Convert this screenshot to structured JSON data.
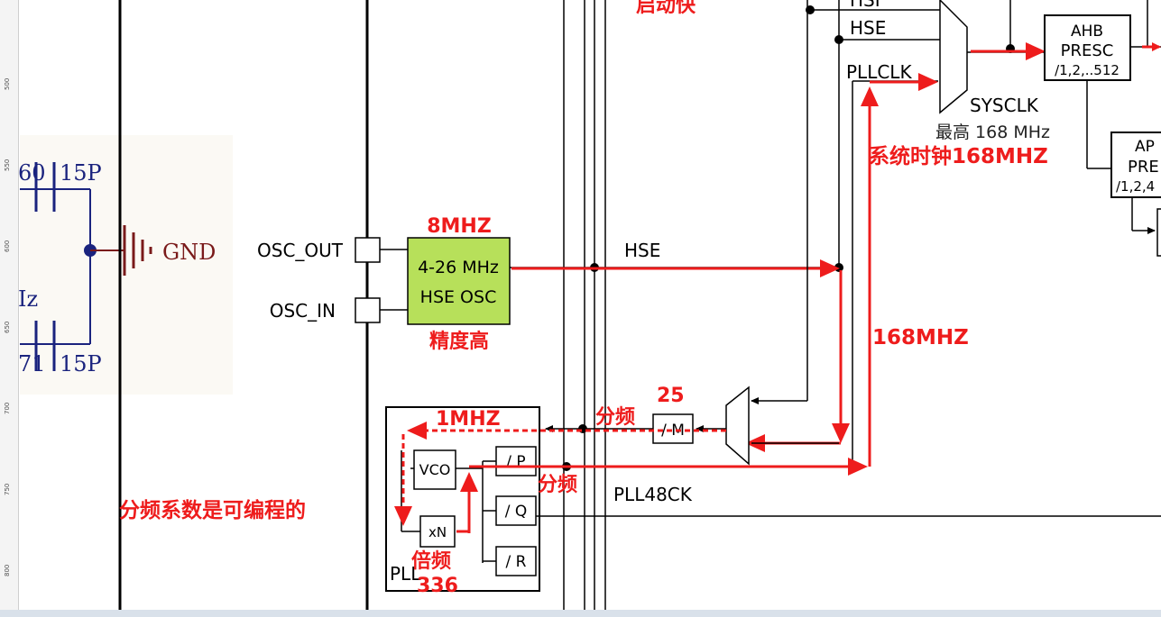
{
  "ruler": {
    "numbers": [
      "500",
      "550",
      "600",
      "650",
      "700",
      "750",
      "800"
    ]
  },
  "colors": {
    "accent_red": "#ee1c1c",
    "hse_box": "#b7e05a",
    "line": "#000000",
    "schematic": "#2a3a8a",
    "gnd": "#7a1a1a"
  },
  "schematic": {
    "cap_top_label": "15P",
    "cap_top_ref": "60",
    "cap_bottom_label": "15P",
    "cap_bottom_ref": "71",
    "freq_fragment": "Iz",
    "gnd_label": "GND"
  },
  "pins": {
    "osc_out": "OSC_OUT",
    "osc_in": "OSC_IN"
  },
  "hse_osc": {
    "freq": "4-26 MHz",
    "name": "HSE OSC",
    "annotation_top": "8MHZ",
    "annotation_bottom": "精度高"
  },
  "signals": {
    "hsi_fragment": "HSI",
    "hse_top": "HSE",
    "pllclk": "PLLCLK",
    "hse_mid": "HSE",
    "pll48ck": "PLL48CK"
  },
  "sysclk": {
    "label": "SYSCLK",
    "max": "最高 168 MHz",
    "annotation": "系统时钟168MHZ"
  },
  "ahb": {
    "line1": "AHB",
    "line2": "PRESC",
    "line3": "/1,2,..512"
  },
  "apb": {
    "line1": "AP",
    "line2": "PRE",
    "line3": "/1,2,4"
  },
  "top_annotation": "启动快",
  "pll": {
    "label": "PLL",
    "divm": "/ M",
    "vco": "VCO",
    "xn": "xN",
    "p": "/ P",
    "q": "/ Q",
    "r": "/ R"
  },
  "annotations": {
    "m_value": "25",
    "div1": "分频",
    "one_mhz": "1MHZ",
    "mhz168": "168MHZ",
    "div2": "分频",
    "programmable": "分频系数是可编程的",
    "multiply": "倍频",
    "n_value": "336"
  }
}
